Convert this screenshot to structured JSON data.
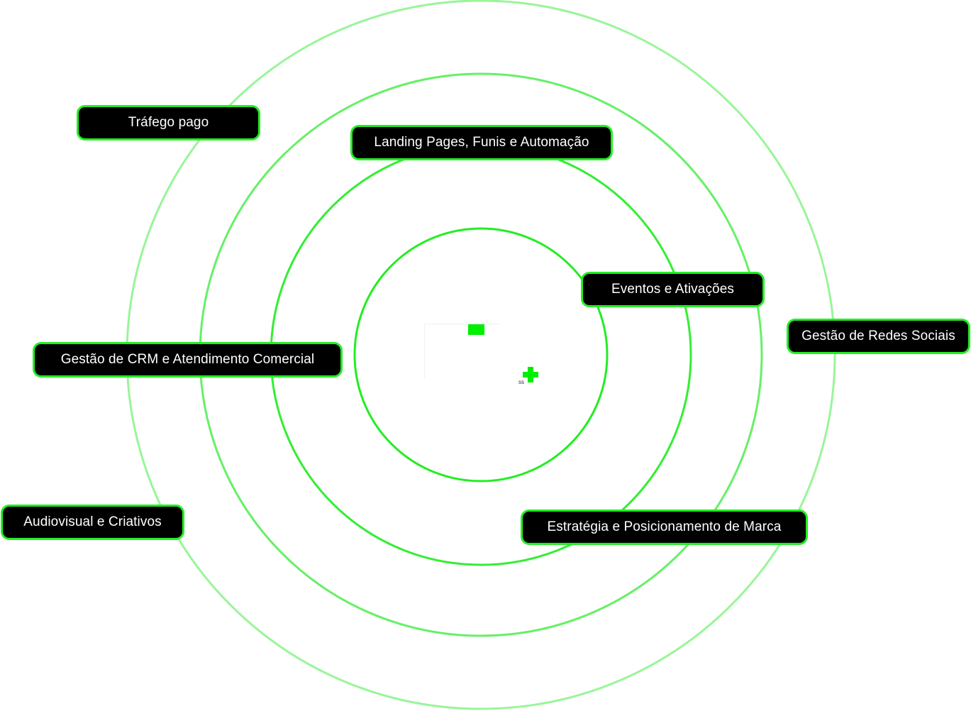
{
  "diagram": {
    "type": "concentric-rings",
    "rings": [
      {
        "name": "inner",
        "color": "#22ee22"
      },
      {
        "name": "ring-2",
        "color": "#33ee33"
      },
      {
        "name": "ring-3",
        "color": "#66f066"
      },
      {
        "name": "outer",
        "color": "#99f599"
      }
    ],
    "center_logo": {
      "text": "ss",
      "accent_color": "#00ee00"
    },
    "nodes": [
      {
        "label": "Tráfego pago"
      },
      {
        "label": "Landing Pages, Funis e Automação"
      },
      {
        "label": "Eventos e Ativações"
      },
      {
        "label": "Gestão de Redes Sociais"
      },
      {
        "label": "Gestão de CRM e Atendimento Comercial"
      },
      {
        "label": "Audiovisual e Criativos"
      },
      {
        "label": "Estratégia e Posicionamento de Marca"
      }
    ],
    "node_style": {
      "background": "#000000",
      "border": "#22ee22",
      "text": "#ffffff"
    }
  }
}
